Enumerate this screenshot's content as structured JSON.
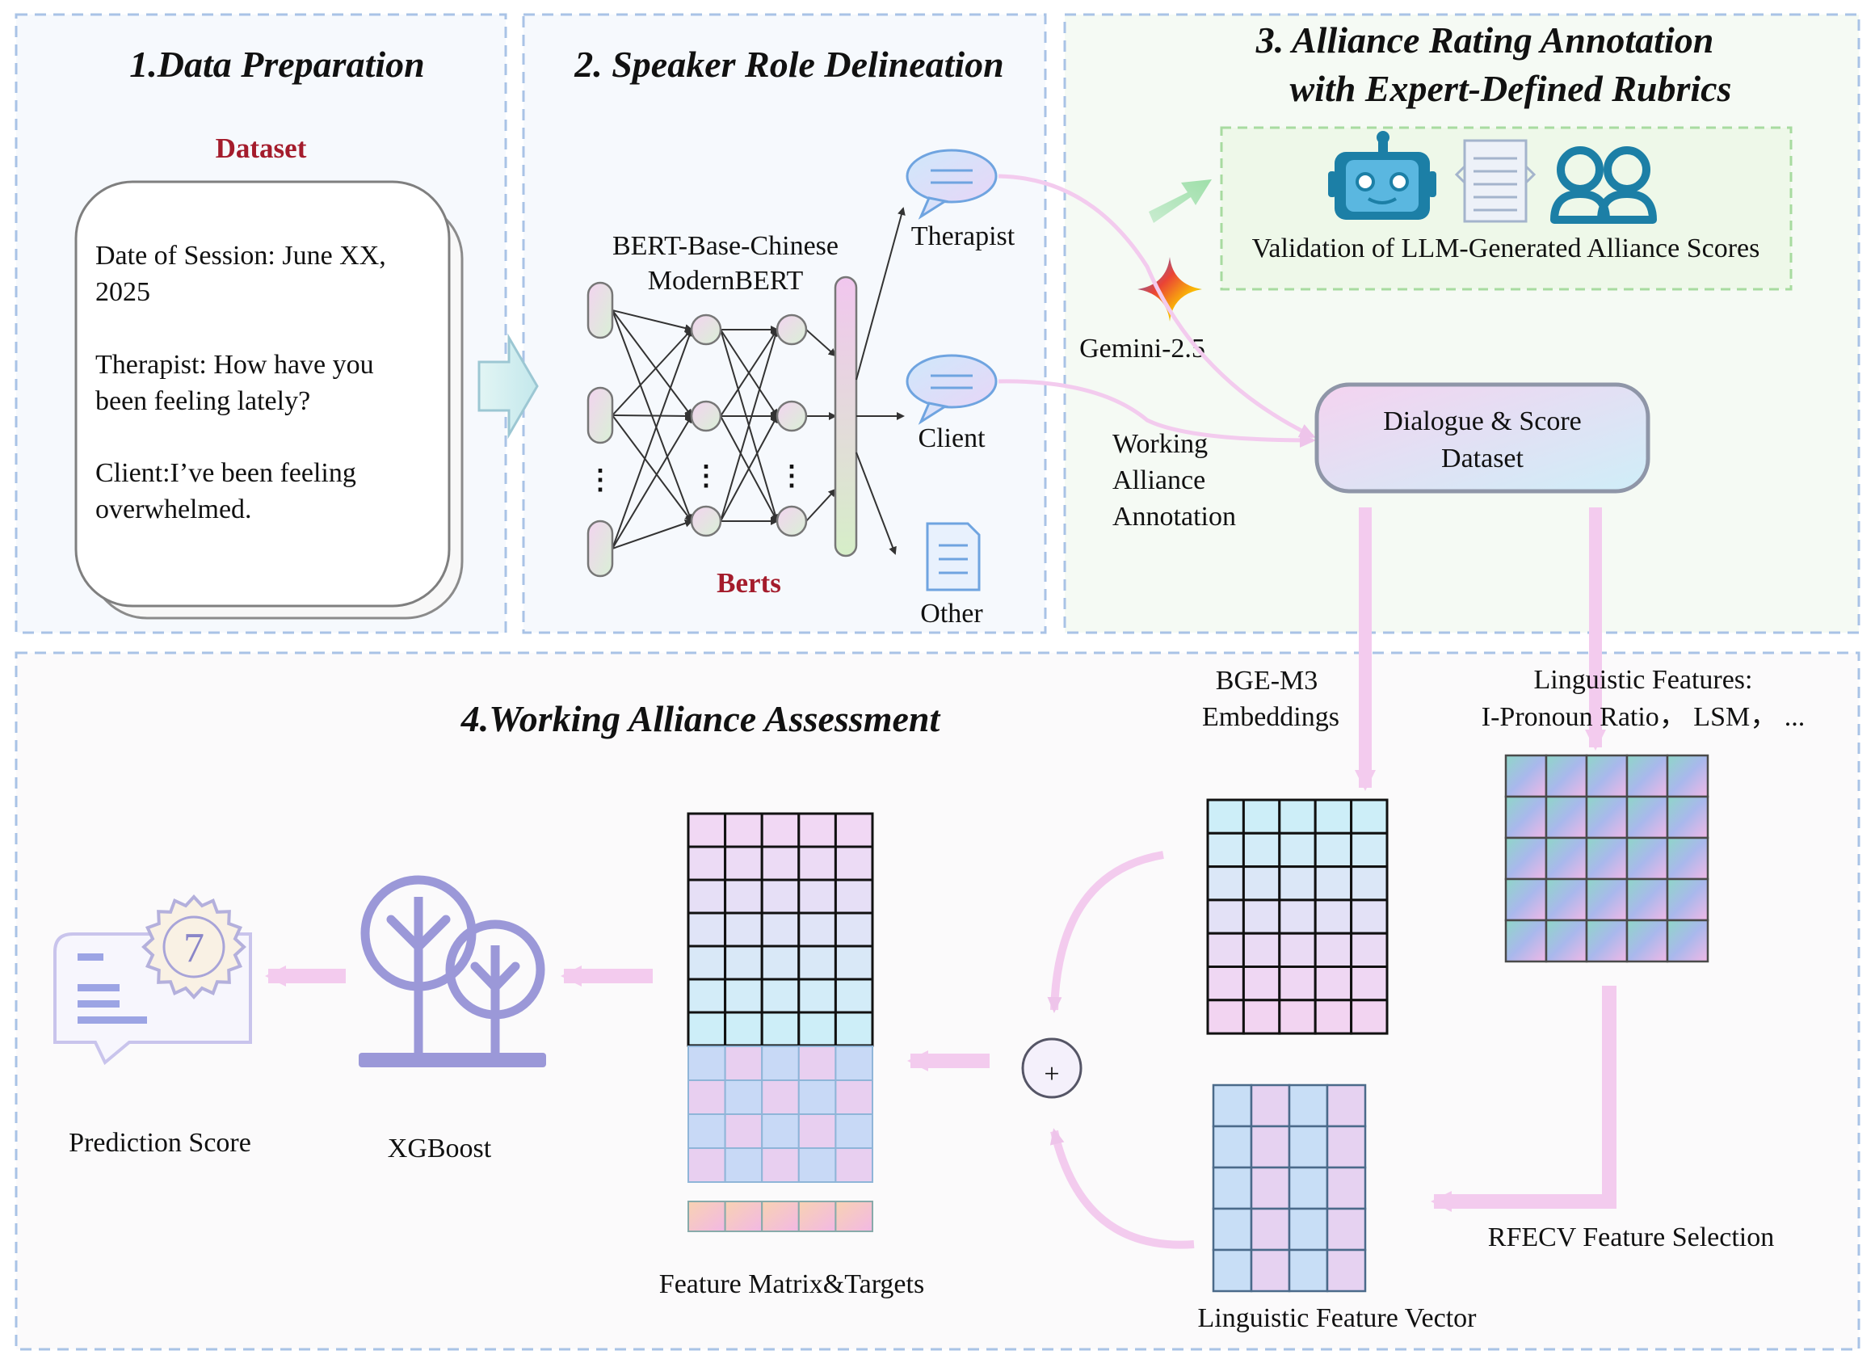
{
  "panels": {
    "p1_title": "1.Data Preparation",
    "p2_title": "2. Speaker Role Delineation",
    "p3_title_line1": "3.  Alliance Rating Annotation",
    "p3_title_line2": "with Expert-Defined Rubrics",
    "p4_title": "4.Working Alliance Assessment"
  },
  "data_prep": {
    "dataset_label": "Dataset",
    "card_lines": [
      "Date of Session: June XX,",
      "2025",
      "",
      "Therapist: How have you",
      "been feeling lately?",
      "",
      "Client:I’ve been feeling",
      "overwhelmed."
    ]
  },
  "speaker_role": {
    "model_line1": "BERT-Base-Chinese",
    "model_line2": "ModernBERT",
    "berts_label": "Berts",
    "outputs": [
      "Therapist",
      "Client",
      "Other"
    ],
    "dots": "⋮"
  },
  "annotation": {
    "validation_label": "Validation of LLM-Generated Alliance Scores",
    "gemini_label": "Gemini-2.5",
    "working_alliance_lines": [
      "Working",
      "Alliance",
      "Annotation"
    ],
    "dataset_box_line1": "Dialogue & Score",
    "dataset_box_line2": "Dataset"
  },
  "assessment": {
    "bge_line1": "BGE-M3",
    "bge_line2": "Embeddings",
    "ling_line1": "Linguistic Features:",
    "ling_line2": "I-Pronoun Ratio，  LSM，  ...",
    "rfecv_label": "RFECV Feature Selection",
    "ling_vector_label": "Linguistic Feature Vector",
    "feature_matrix_label": "Feature Matrix&Targets",
    "xgboost_label": "XGBoost",
    "prediction_label": "Prediction Score",
    "score_value": "7",
    "concat_symbol": "+"
  },
  "colors": {
    "accent_red": "#a41c2c",
    "panel_border": "#a9c3e6",
    "arrow_pink": "#f3cbee",
    "robot_blue": "#1c7fa6",
    "tree_purple": "#9b98d8"
  }
}
